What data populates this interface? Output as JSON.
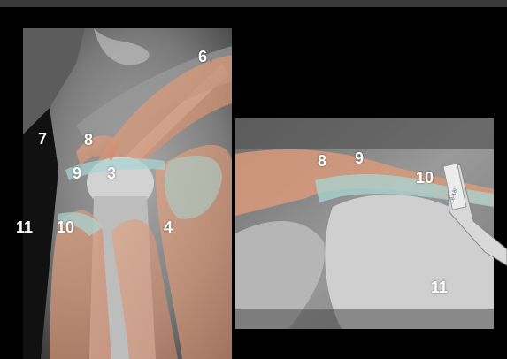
{
  "left_panel": {
    "labels": {
      "l6": "6",
      "l7": "7",
      "l8": "8",
      "l9": "9",
      "l3": "3",
      "l11": "11",
      "l10": "10",
      "l4": "4"
    }
  },
  "right_panel": {
    "labels": {
      "l8": "8",
      "l9": "9",
      "l10": "10",
      "l11": "11"
    },
    "probe_text": "L8-18i"
  },
  "colors": {
    "background": "#000000",
    "muscle": "#d89a7a",
    "ligament": "#a8d6d4",
    "label": "#ffffff"
  }
}
